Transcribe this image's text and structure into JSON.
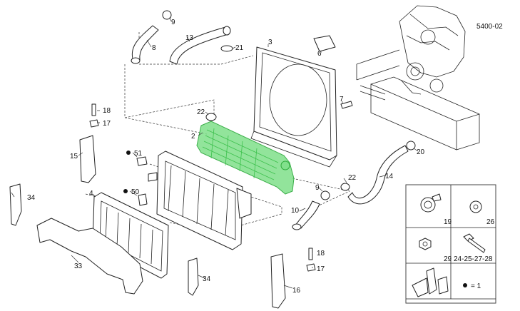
{
  "diagram": {
    "page_code": "5400-02",
    "highlight_color": "#7fe08a",
    "callouts": {
      "c2": "2",
      "c3": "3",
      "c4": "4",
      "c6": "6",
      "c7": "7",
      "c8": "8",
      "c9": "9",
      "c10": "10",
      "c13": "13",
      "c14": "14",
      "c15": "15",
      "c16": "16",
      "c17a": "17",
      "c17b": "17",
      "c18a": "18",
      "c18b": "18",
      "c20": "20",
      "c21": "21",
      "c22a": "22",
      "c22b": "22",
      "c33": "33",
      "c34a": "34",
      "c34b": "34",
      "c50": "50",
      "c51": "51"
    },
    "legend": {
      "cell_19": "19",
      "cell_26": "26",
      "cell_29": "29",
      "cell_24_28": "24-25-27-28",
      "dot_equals": "= 1"
    }
  }
}
